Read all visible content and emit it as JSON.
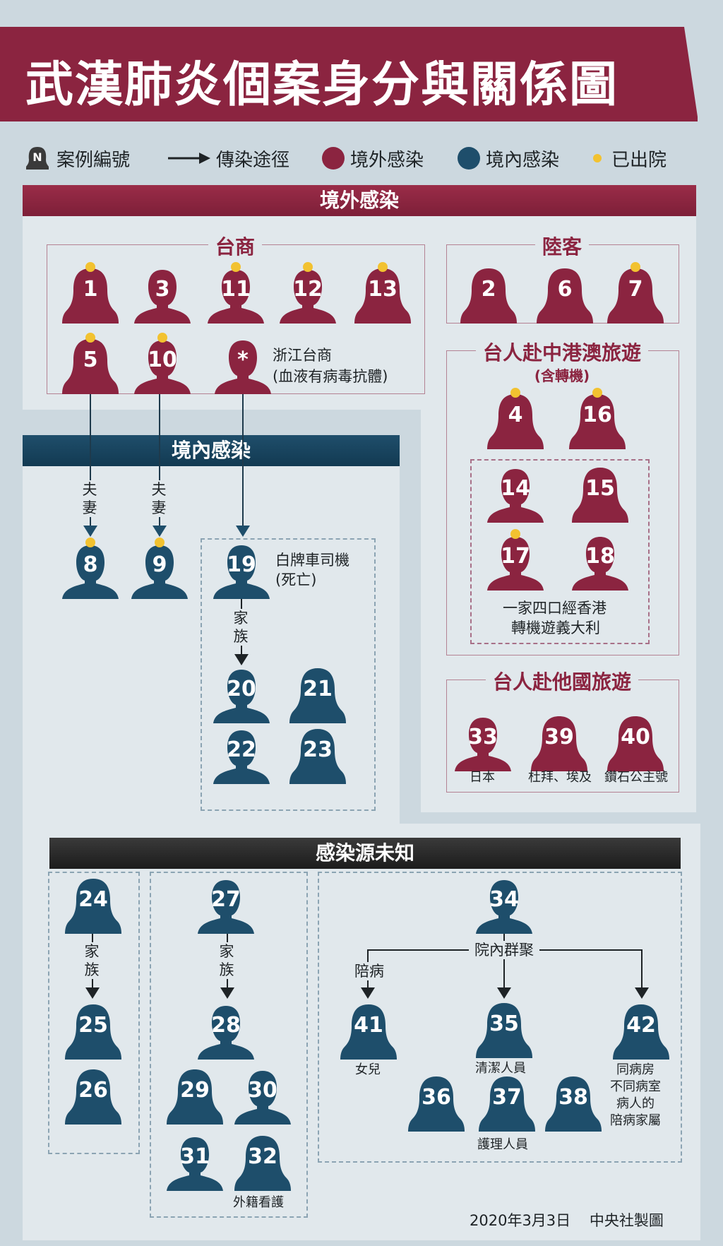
{
  "title": "武漢肺炎個案身分與關係圖",
  "legend": {
    "case_number": "案例編號",
    "transmission": "傳染途徑",
    "imported": "境外感染",
    "local": "境內感染",
    "discharged": "已出院",
    "case_badge": "N"
  },
  "colors": {
    "imported": "#8b2440",
    "local": "#1e4e6b",
    "discharged": "#f2c230"
  },
  "sections": {
    "imported": "境外感染",
    "local": "境內感染",
    "unknown": "感染源未知"
  },
  "groups": {
    "taishang": "台商",
    "luke": "陸客",
    "travel_cn": "台人赴中港澳旅遊",
    "travel_cn_sub": "(含轉機)",
    "travel_other": "台人赴他國旅遊"
  },
  "notes": {
    "zhejiang_1": "浙江台商",
    "zhejiang_2": "(血液有病毒抗體)",
    "family_italy_1": "一家四口經香港",
    "family_italy_2": "轉機遊義大利",
    "driver_1": "白牌車司機",
    "driver_2": "(死亡)",
    "couple": "夫妻",
    "family": "家族",
    "hospital_cluster": "院內群聚",
    "accompany": "陪病",
    "japan": "日本",
    "dubai_egypt": "杜拜、埃及",
    "diamond": "鑽石公主號",
    "foreign_caregiver": "外籍看護",
    "daughter": "女兒",
    "cleaner": "清潔人員",
    "nurse": "護理人員",
    "room_family_1": "同病房",
    "room_family_2": "不同病室",
    "room_family_3": "病人的",
    "room_family_4": "陪病家屬"
  },
  "asterisk": "*",
  "cases": [
    {
      "id": "1",
      "type": "imported",
      "gender": "f",
      "discharged": true
    },
    {
      "id": "3",
      "type": "imported",
      "gender": "m",
      "discharged": false
    },
    {
      "id": "11",
      "type": "imported",
      "gender": "m",
      "discharged": true
    },
    {
      "id": "12",
      "type": "imported",
      "gender": "m",
      "discharged": true
    },
    {
      "id": "13",
      "type": "imported",
      "gender": "f",
      "discharged": true
    },
    {
      "id": "5",
      "type": "imported",
      "gender": "f",
      "discharged": true
    },
    {
      "id": "10",
      "type": "imported",
      "gender": "m",
      "discharged": true
    },
    {
      "id": "2",
      "type": "imported",
      "gender": "f",
      "discharged": false
    },
    {
      "id": "6",
      "type": "imported",
      "gender": "f",
      "discharged": false
    },
    {
      "id": "7",
      "type": "imported",
      "gender": "f",
      "discharged": true
    },
    {
      "id": "4",
      "type": "imported",
      "gender": "f",
      "discharged": true
    },
    {
      "id": "16",
      "type": "imported",
      "gender": "f",
      "discharged": true
    },
    {
      "id": "14",
      "type": "imported",
      "gender": "m",
      "discharged": false
    },
    {
      "id": "15",
      "type": "imported",
      "gender": "f",
      "discharged": false
    },
    {
      "id": "17",
      "type": "imported",
      "gender": "m",
      "discharged": true
    },
    {
      "id": "18",
      "type": "imported",
      "gender": "m",
      "discharged": false
    },
    {
      "id": "33",
      "type": "imported",
      "gender": "m",
      "discharged": false
    },
    {
      "id": "39",
      "type": "imported",
      "gender": "f",
      "discharged": false
    },
    {
      "id": "40",
      "type": "imported",
      "gender": "f",
      "discharged": false
    },
    {
      "id": "8",
      "type": "local",
      "gender": "m",
      "discharged": true
    },
    {
      "id": "9",
      "type": "local",
      "gender": "m",
      "discharged": true
    },
    {
      "id": "19",
      "type": "local",
      "gender": "m",
      "discharged": false
    },
    {
      "id": "20",
      "type": "local",
      "gender": "m",
      "discharged": false
    },
    {
      "id": "21",
      "type": "local",
      "gender": "f",
      "discharged": false
    },
    {
      "id": "22",
      "type": "local",
      "gender": "m",
      "discharged": false
    },
    {
      "id": "23",
      "type": "local",
      "gender": "f",
      "discharged": false
    },
    {
      "id": "24",
      "type": "local",
      "gender": "f",
      "discharged": false
    },
    {
      "id": "25",
      "type": "local",
      "gender": "f",
      "discharged": false
    },
    {
      "id": "26",
      "type": "local",
      "gender": "f",
      "discharged": false
    },
    {
      "id": "27",
      "type": "local",
      "gender": "m",
      "discharged": false
    },
    {
      "id": "28",
      "type": "local",
      "gender": "m",
      "discharged": false
    },
    {
      "id": "29",
      "type": "local",
      "gender": "f",
      "discharged": false
    },
    {
      "id": "30",
      "type": "local",
      "gender": "m",
      "discharged": false
    },
    {
      "id": "31",
      "type": "local",
      "gender": "m",
      "discharged": false
    },
    {
      "id": "32",
      "type": "local",
      "gender": "f",
      "discharged": false
    },
    {
      "id": "34",
      "type": "local",
      "gender": "m",
      "discharged": false
    },
    {
      "id": "41",
      "type": "local",
      "gender": "f",
      "discharged": false
    },
    {
      "id": "35",
      "type": "local",
      "gender": "f",
      "discharged": false
    },
    {
      "id": "42",
      "type": "local",
      "gender": "f",
      "discharged": false
    },
    {
      "id": "36",
      "type": "local",
      "gender": "f",
      "discharged": false
    },
    {
      "id": "37",
      "type": "local",
      "gender": "f",
      "discharged": false
    },
    {
      "id": "38",
      "type": "local",
      "gender": "f",
      "discharged": false
    }
  ],
  "footer": {
    "date": "2020年3月3日",
    "credit": "中央社製圖"
  }
}
